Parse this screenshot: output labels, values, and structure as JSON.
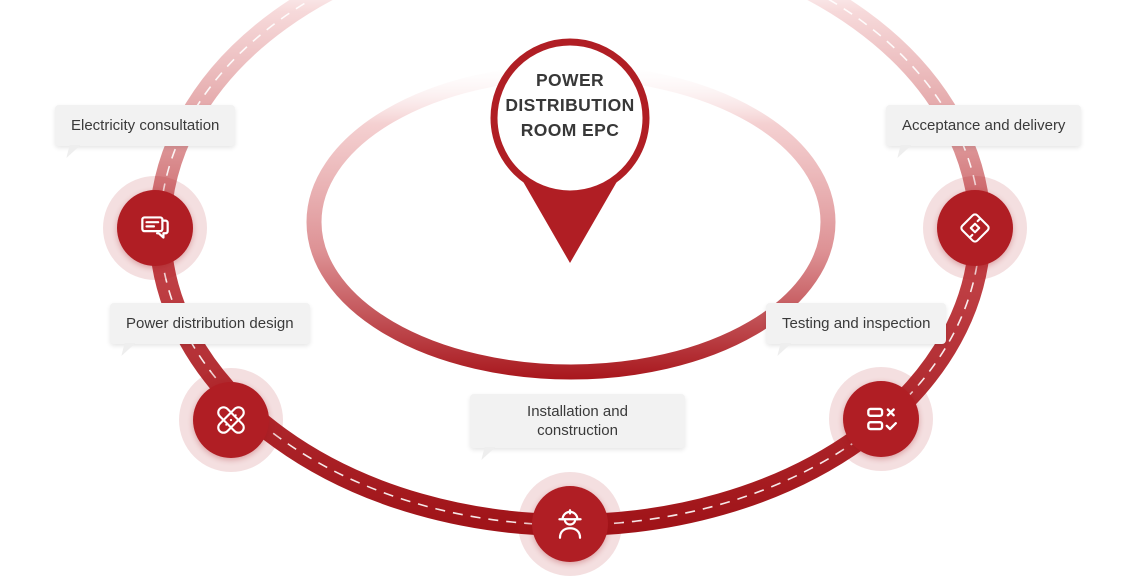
{
  "center": {
    "line1": "POWER",
    "line2": "DISTRIBUTION",
    "line3": "ROOM EPC"
  },
  "steps": [
    {
      "id": "electricity-consultation",
      "label": "Electricity consultation",
      "icon": "chat-bubbles-icon"
    },
    {
      "id": "power-distribution-design",
      "label": "Power distribution design",
      "icon": "crossed-tools-icon"
    },
    {
      "id": "installation-construction",
      "label": "Installation and construction",
      "icon": "construction-worker-icon"
    },
    {
      "id": "testing-inspection",
      "label": "Testing and inspection",
      "icon": "checklist-icon"
    },
    {
      "id": "acceptance-delivery",
      "label": "Acceptance and delivery",
      "icon": "handshake-diamond-icon"
    }
  ],
  "colors": {
    "primary": "#b01e24",
    "ring_dark": "#9e1116",
    "halo": "rgba(176,30,36,0.14)",
    "label_bg": "#f2f2f2",
    "text": "#3a3a3a",
    "title": "#383838"
  }
}
